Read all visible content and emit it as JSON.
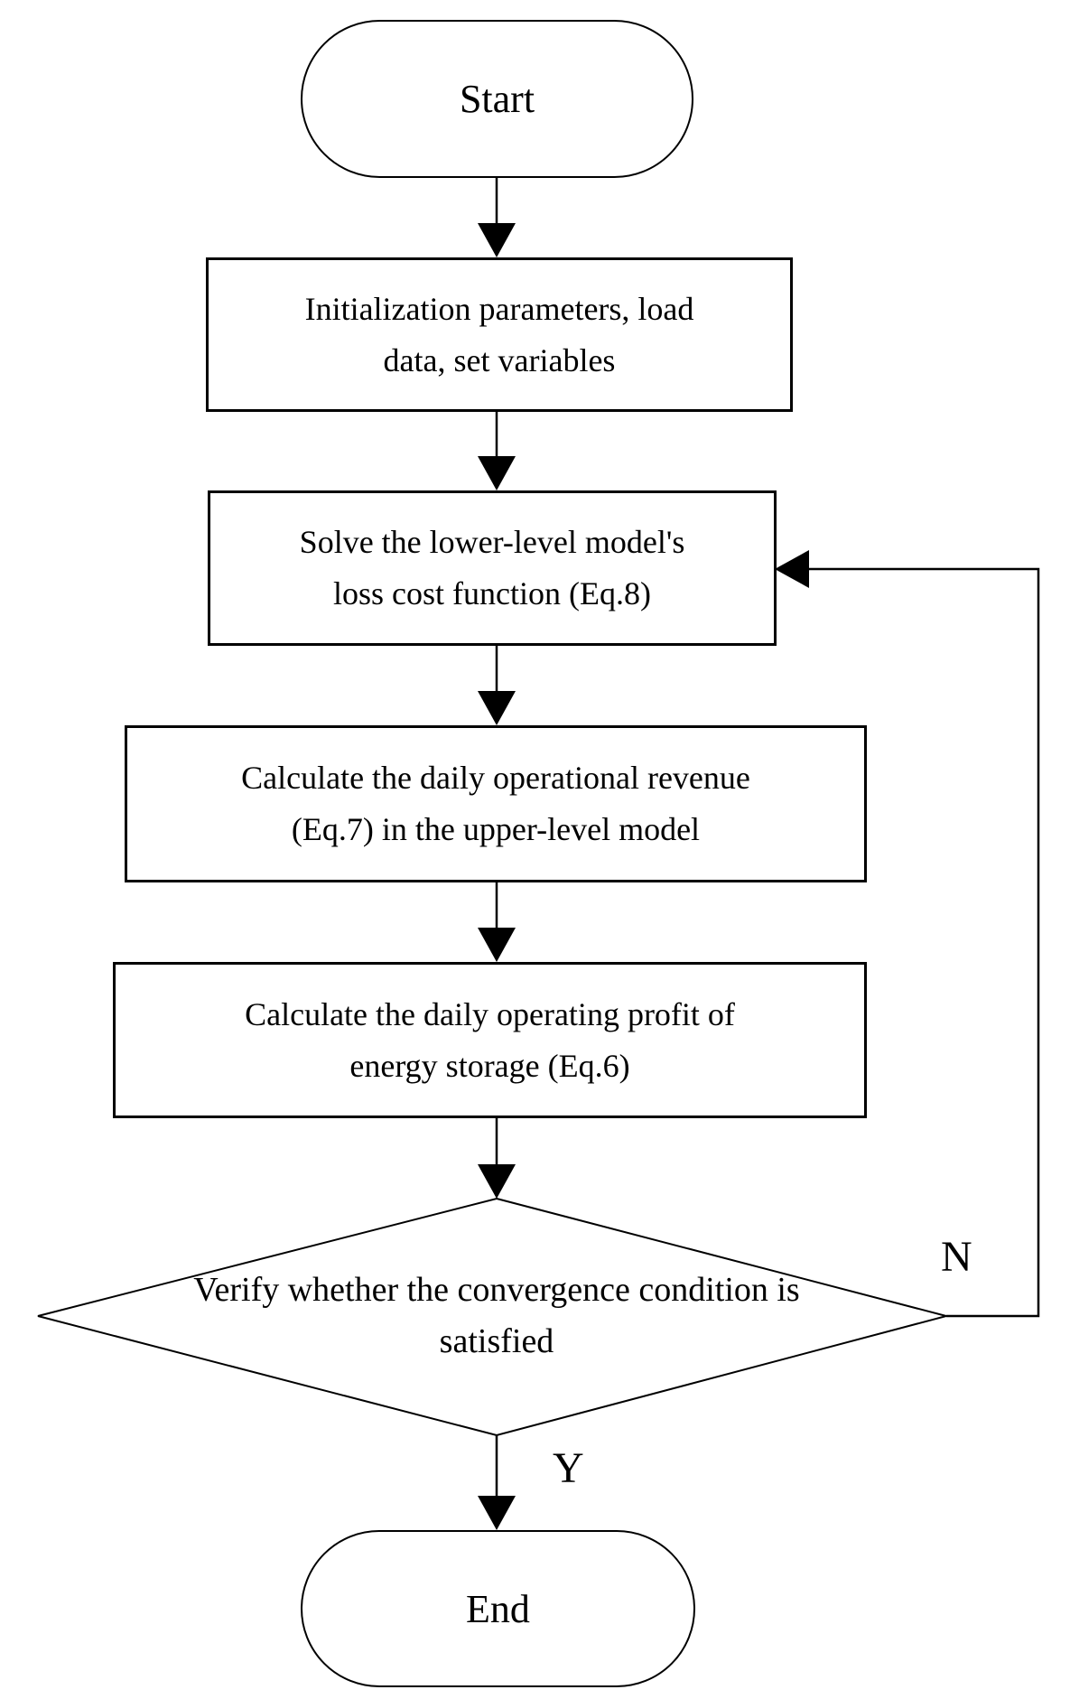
{
  "diagram_type": "flowchart",
  "colors": {
    "stroke": "#000000",
    "background": "#ffffff",
    "text": "#000000"
  },
  "nodes": {
    "start": "Start",
    "init": "Initialization parameters, load\ndata, set variables",
    "solve": "Solve the lower-level model's\nloss cost function (Eq.8)",
    "revenue": "Calculate the daily operational revenue\n(Eq.7) in the upper-level model",
    "profit": "Calculate the daily operating profit of\nenergy storage (Eq.6)",
    "decision": "Verify whether the convergence\ncondition is satisfied",
    "end": "End"
  },
  "edges": [
    {
      "from": "start",
      "to": "init",
      "label": ""
    },
    {
      "from": "init",
      "to": "solve",
      "label": ""
    },
    {
      "from": "solve",
      "to": "revenue",
      "label": ""
    },
    {
      "from": "revenue",
      "to": "profit",
      "label": ""
    },
    {
      "from": "profit",
      "to": "decision",
      "label": ""
    },
    {
      "from": "decision",
      "to": "end",
      "label": "Y"
    },
    {
      "from": "decision",
      "to": "solve",
      "label": "N"
    }
  ]
}
